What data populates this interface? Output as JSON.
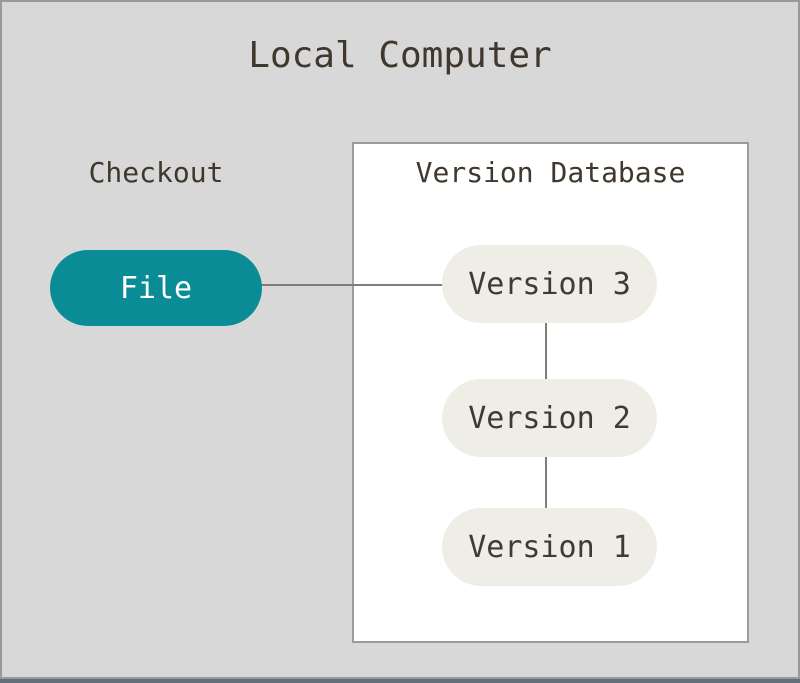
{
  "diagram": {
    "title": "Local Computer",
    "checkout_label": "Checkout",
    "version_database_label": "Version Database",
    "file_node": "File",
    "version_nodes": [
      "Version 3",
      "Version 2",
      "Version 1"
    ]
  },
  "colors": {
    "background": "#d8d8d8",
    "frame_border": "#999999",
    "bottom_bar": "#5e717b",
    "box_bg": "#ffffff",
    "box_border": "#9b9b9b",
    "file_fill": "#0a8c96",
    "file_text": "#ffffff",
    "version_fill": "#efeee6",
    "text": "#40372d",
    "node_text": "#3f3a33",
    "connector": "#827d75"
  }
}
